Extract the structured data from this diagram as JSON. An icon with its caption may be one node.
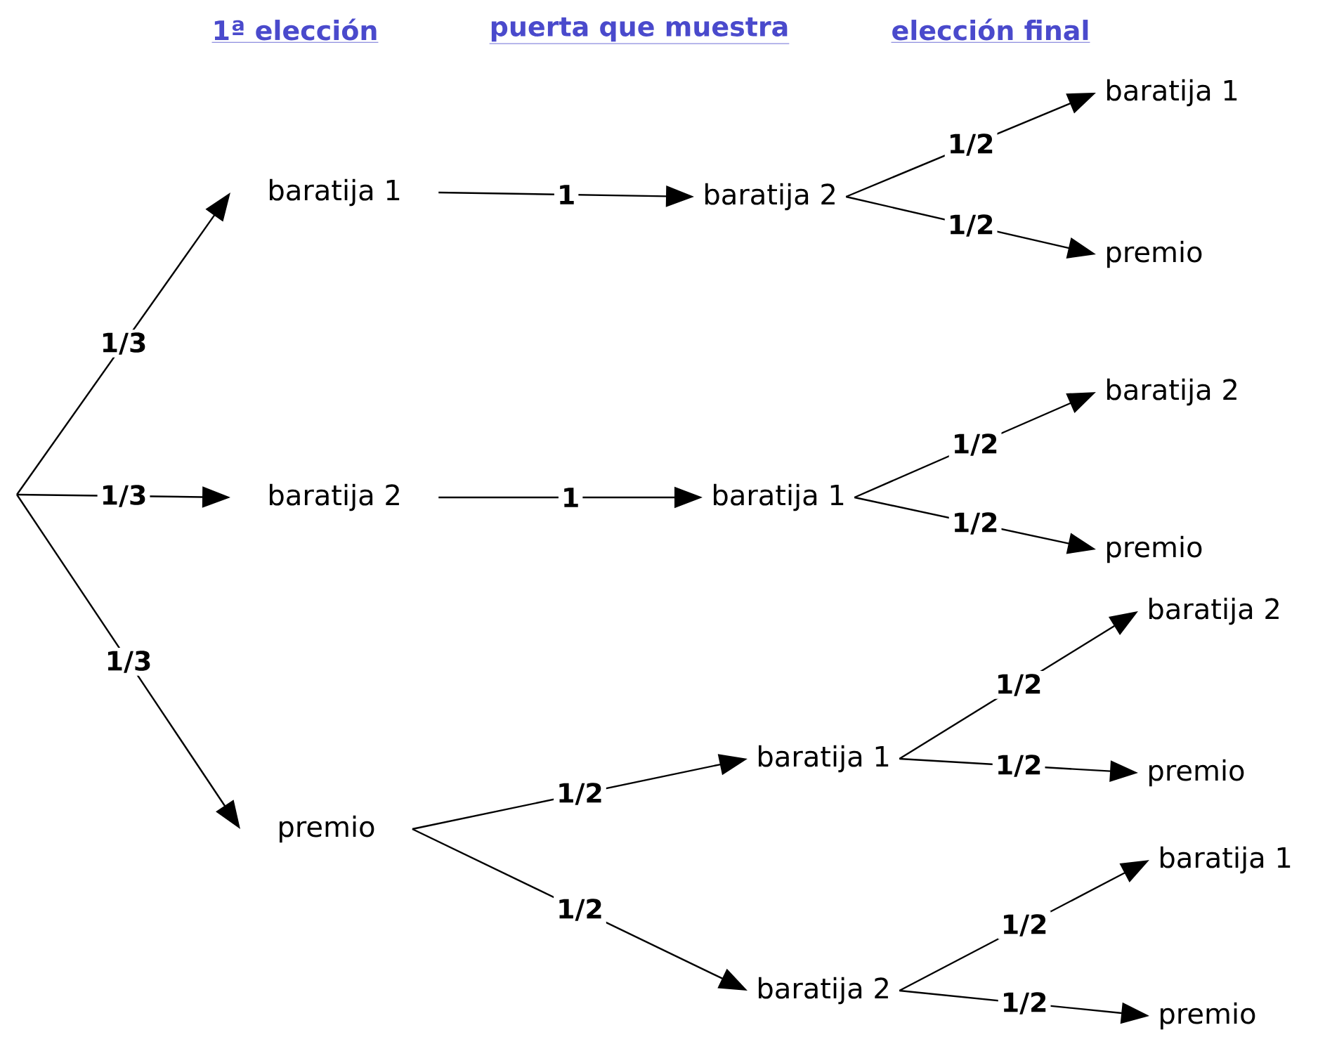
{
  "diagram": {
    "nodes": [
      {
        "text": [
          "baratija 1"
        ]
      },
      {
        "text": [
          "baratija 2"
        ]
      },
      {
        "text": [
          "baratija 1"
        ]
      },
      {
        "text": [
          "premio"
        ]
      },
      {
        "text": [
          "baratija 2"
        ]
      },
      {
        "text": [
          "baratija 1"
        ]
      },
      {
        "text": [
          "baratija 2"
        ]
      },
      {
        "text": [
          "premio"
        ]
      },
      {
        "text": [
          "premio"
        ]
      },
      {
        "text": [
          "baratija 1"
        ]
      },
      {
        "text": [
          "baratija 2"
        ]
      },
      {
        "text": [
          "premio"
        ]
      },
      {
        "text": [
          "baratija 2"
        ]
      },
      {
        "text": [
          "baratija 1"
        ]
      },
      {
        "text": [
          "premio"
        ]
      }
    ],
    "edges": [
      {
        "from": null,
        "to": 0,
        "arrow": "to",
        "label": "1/3"
      },
      {
        "from": null,
        "to": 4,
        "arrow": "to",
        "label": "1/3"
      },
      {
        "from": null,
        "to": 8,
        "arrow": "to",
        "label": "1/3"
      },
      {
        "from": 0,
        "to": 1,
        "arrow": "to",
        "label": "1"
      },
      {
        "from": 1,
        "to": 2,
        "arrow": "to",
        "label": "1/2"
      },
      {
        "from": 1,
        "to": 3,
        "arrow": "to",
        "label": "1/2"
      },
      {
        "from": 4,
        "to": 5,
        "arrow": "to",
        "label": "1"
      },
      {
        "from": 5,
        "to": 6,
        "arrow": "to",
        "label": "1/2"
      },
      {
        "from": 5,
        "to": 7,
        "arrow": "to",
        "label": "1/2"
      },
      {
        "from": 8,
        "to": 9,
        "arrow": "to",
        "label": "1/2"
      },
      {
        "from": 8,
        "to": 12,
        "arrow": "to",
        "label": "1/2"
      },
      {
        "from": 9,
        "to": 10,
        "arrow": "to",
        "label": "1/2"
      },
      {
        "from": 9,
        "to": 11,
        "arrow": "to",
        "label": "1/2"
      },
      {
        "from": 12,
        "to": 13,
        "arrow": "to",
        "label": "1/2"
      },
      {
        "from": 12,
        "to": 14,
        "arrow": "to",
        "label": "1/2"
      }
    ],
    "labels": [
      "1ª elección",
      "puerta que muestra",
      "elección final"
    ]
  }
}
